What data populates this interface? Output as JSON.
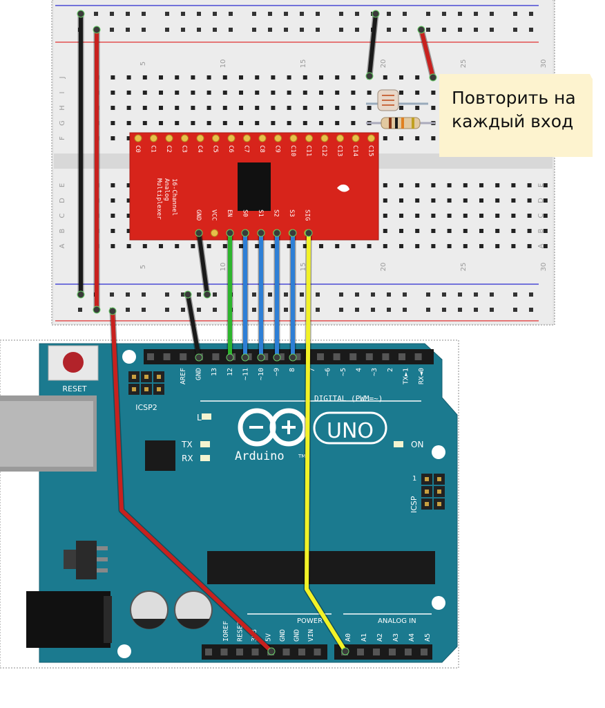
{
  "note": {
    "line1": "Повторить на",
    "line2": "каждый вход"
  },
  "breadboard": {
    "row_letters_top": [
      "J",
      "I",
      "H",
      "G",
      "F"
    ],
    "row_letters_bottom": [
      "E",
      "D",
      "C",
      "B",
      "A"
    ],
    "column_numbers": [
      "5",
      "10",
      "15",
      "20",
      "25",
      "30"
    ]
  },
  "mux": {
    "channel_labels": [
      "C0",
      "C1",
      "C2",
      "C3",
      "C4",
      "C5",
      "C6",
      "C7",
      "C8",
      "C9",
      "C10",
      "C11",
      "C12",
      "C13",
      "C14",
      "C15"
    ],
    "title_lines": [
      "16-Channel",
      "Analog",
      "Multiplexer"
    ],
    "pin_labels": [
      "GND",
      "VCC",
      "EN",
      "S0",
      "S1",
      "S2",
      "S3",
      "SIG"
    ]
  },
  "arduino": {
    "reset_label": "RESET",
    "icsp2_label": "ICSP2",
    "icsp_label": "ICSP",
    "icsp_one": "1",
    "digital_label": "DIGITAL (PWM=~)",
    "digital_pins": [
      "AREF",
      "GND",
      "13",
      "12",
      "~11",
      "~10",
      "~9",
      "8",
      "7",
      "~6",
      "~5",
      "4",
      "~3",
      "2",
      "TX►1",
      "RX◄0"
    ],
    "led_l": "L",
    "led_tx": "TX",
    "led_rx": "RX",
    "on_label": "ON",
    "brand": "Arduino",
    "tm": "TM",
    "model": "UNO",
    "power_label": "POWER",
    "analog_label": "ANALOG IN",
    "power_pins": [
      "IOREF",
      "RESET",
      "3V3",
      "5V",
      "GND",
      "GND",
      "VIN"
    ],
    "analog_pins": [
      "A0",
      "A1",
      "A2",
      "A3",
      "A4",
      "A5"
    ]
  },
  "colors": {
    "board": "#1b7a8f",
    "mux": "#d7241b",
    "breadboard": "#e9e9e9",
    "wire_black": "#1a1a1a",
    "wire_red": "#c8211e",
    "wire_green": "#2db52d",
    "wire_blue": "#2e7fd6",
    "wire_yellow": "#f2f227",
    "rail_red": "#e03030",
    "rail_blue": "#2a2ad0"
  }
}
